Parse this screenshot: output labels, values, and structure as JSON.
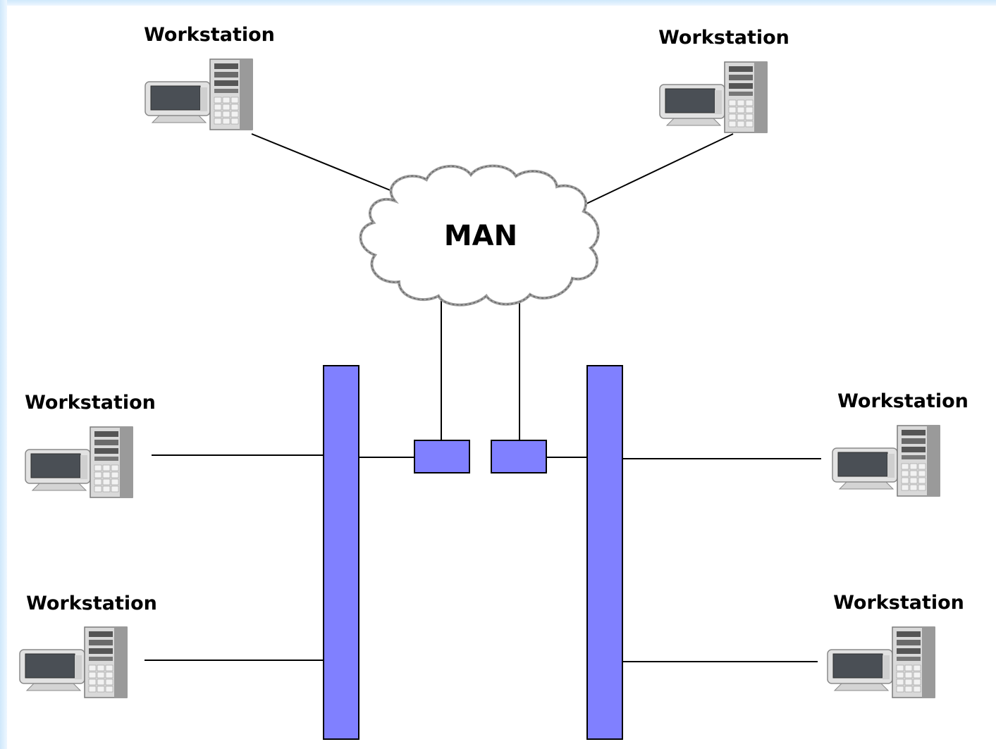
{
  "workstations": [
    {
      "label": "Workstation"
    },
    {
      "label": "Workstation"
    },
    {
      "label": "Workstation"
    },
    {
      "label": "Workstation"
    },
    {
      "label": "Workstation"
    },
    {
      "label": "Workstation"
    }
  ],
  "network": {
    "label": "MAN"
  },
  "colors": {
    "segment": "#8080ff",
    "link": "#000000",
    "frame": "#cfe8fb"
  }
}
